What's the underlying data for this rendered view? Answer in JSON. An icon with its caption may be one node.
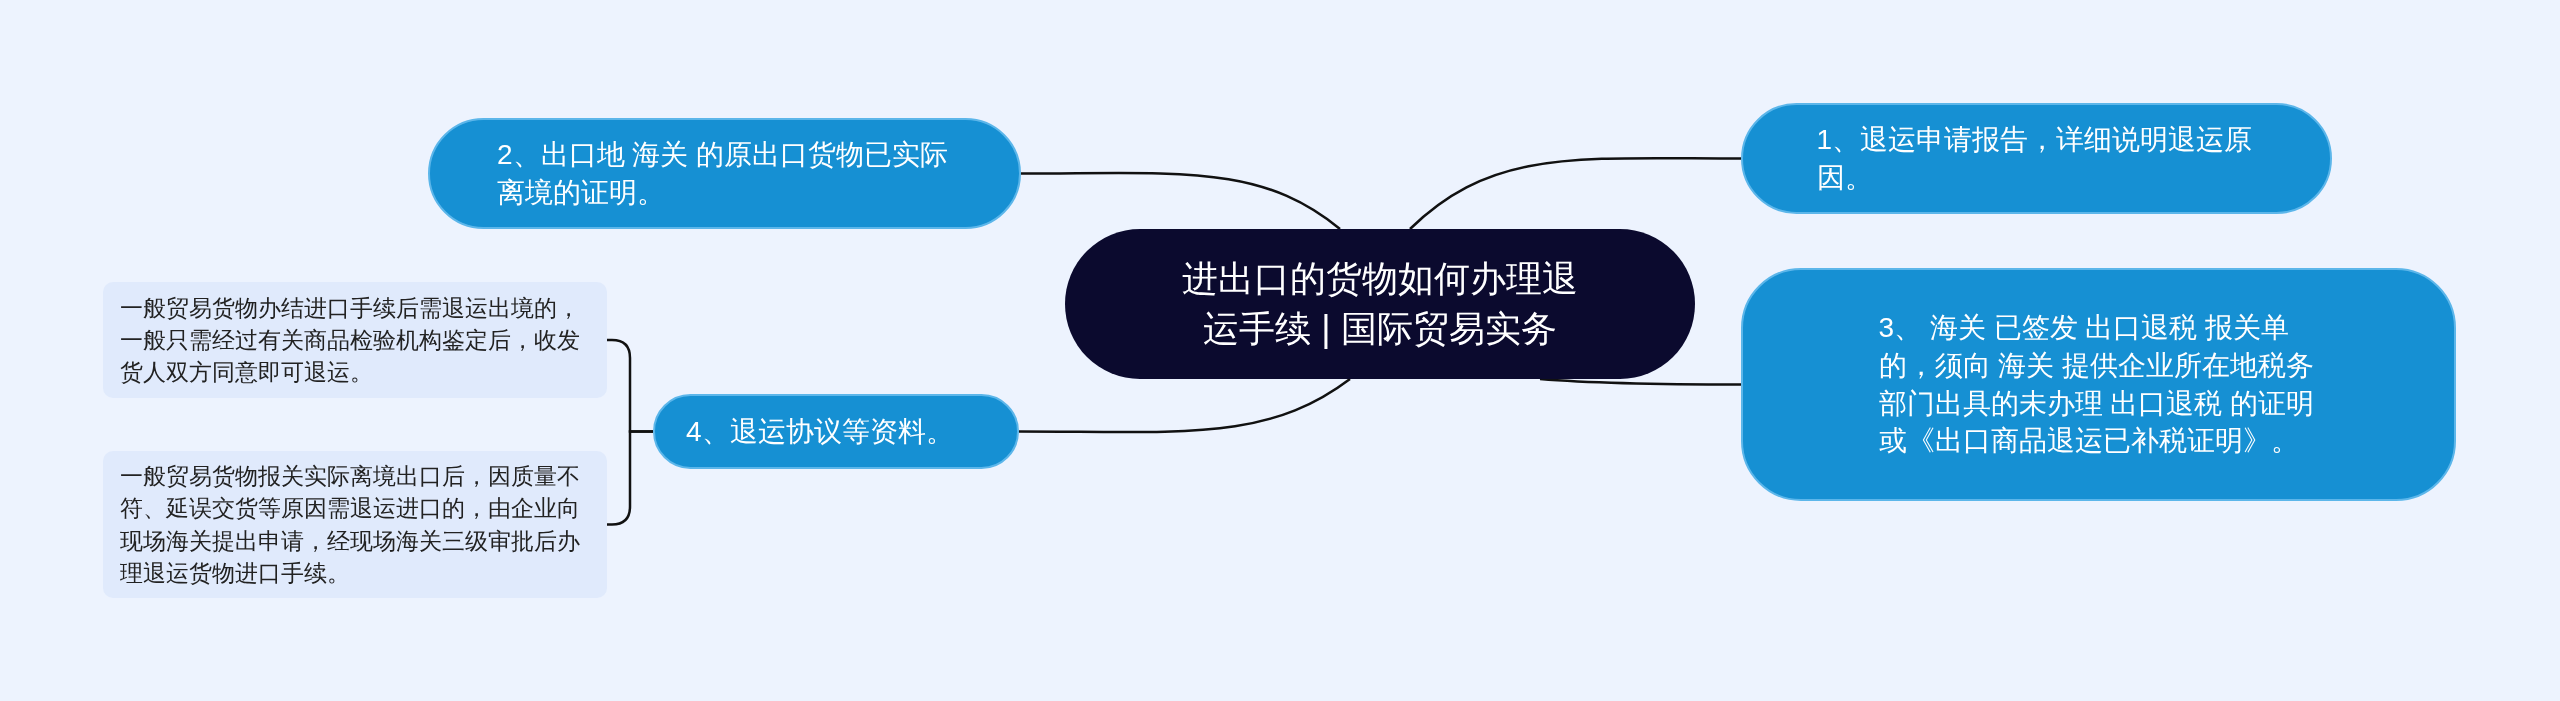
{
  "diagram": {
    "nodes": [
      {
        "text": [
          "进出口的货物如何办理退运手续 | 国际贸易实务"
        ]
      },
      {
        "text": [
          "1、退运申请报告，详细说明退运原因。"
        ]
      },
      {
        "text": [
          "2、出口地 海关 的原出口货物已实际离境的证明。"
        ]
      },
      {
        "text": [
          "3、 海关 已签发 出口退税  报关单的，须向 海关 提供企业所在地税务部门出具的未办理 出口退税 的证明或《出口商品退运已补税证明》。"
        ]
      },
      {
        "text": [
          "4、退运协议等资料。"
        ]
      },
      {
        "text": [
          "一般贸易货物办结进口手续后需退运出境的，一般只需经过有关商品检验机构鉴定后，收发货人双方同意即可退运。"
        ]
      },
      {
        "text": [
          "一般贸易货物报关实际离境出口后，因质量不符、延误交货等原因需退运进口的，由企业向现场海关提出申请，经现场海关三级审批后办理退运货物进口手续。"
        ]
      }
    ],
    "edges": [
      {
        "from": 0,
        "to": 1,
        "arrow": "none"
      },
      {
        "from": 0,
        "to": 2,
        "arrow": "none"
      },
      {
        "from": 0,
        "to": 3,
        "arrow": "none"
      },
      {
        "from": 0,
        "to": 4,
        "arrow": "none"
      },
      {
        "from": 4,
        "to": 5,
        "arrow": "none"
      },
      {
        "from": 4,
        "to": 6,
        "arrow": "none"
      }
    ]
  }
}
